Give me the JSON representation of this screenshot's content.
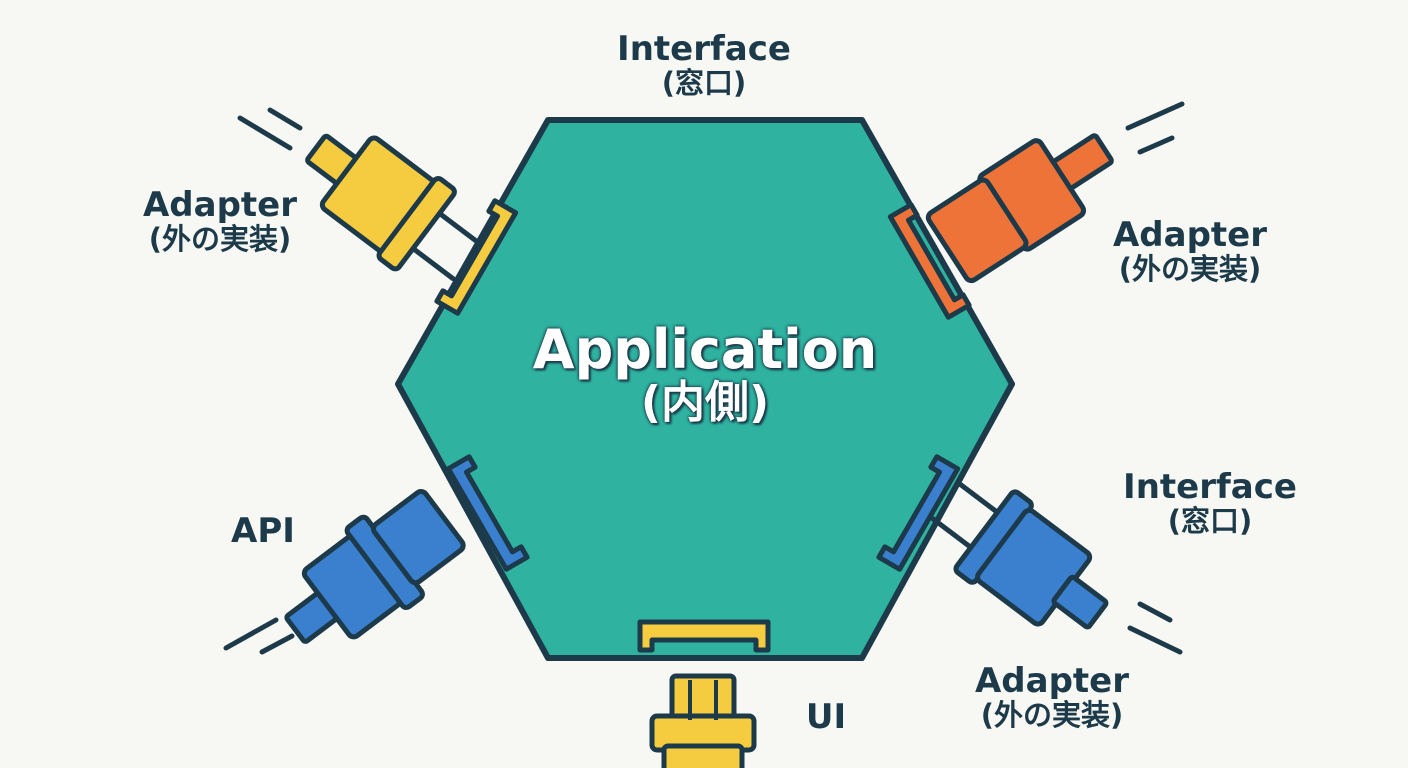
{
  "center": {
    "title": "Application",
    "subtitle": "(内側)"
  },
  "labels": {
    "top_interface": {
      "line1": "Interface",
      "line2": "(窓口)"
    },
    "adapter_top_left": {
      "line1": "Adapter",
      "line2": "(外の実装)"
    },
    "adapter_top_right": {
      "line1": "Adapter",
      "line2": "(外の実装)"
    },
    "api": "API",
    "right_interface": {
      "line1": "Interface",
      "line2": "(窓口)"
    },
    "adapter_bottom_right": {
      "line1": "Adapter",
      "line2": "(外の実装)"
    },
    "ui": "UI"
  },
  "colors": {
    "hexagon": "#2fb3a0",
    "outline": "#1c3a4a",
    "yellow": "#f5cc3f",
    "orange": "#ee7339",
    "blue": "#3b7fcf",
    "text": "#1c3a4a"
  }
}
